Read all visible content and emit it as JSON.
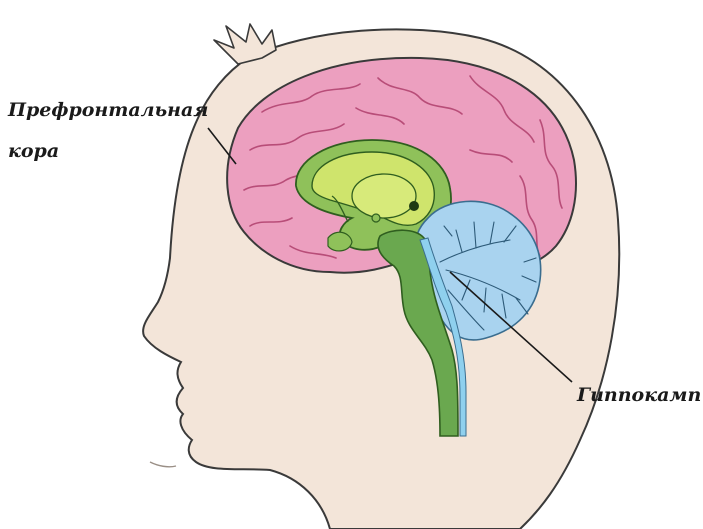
{
  "labels": {
    "prefrontal_line1": "Префронтальная",
    "prefrontal_line2": "кора",
    "hippocampus": "Гиппокамп"
  },
  "colors": {
    "skin": "#f3e5d9",
    "outline": "#3a3a3a",
    "cortex": "#ec9fbf",
    "cortex_fold": "#c2567f",
    "limbic_outer": "#8fc15a",
    "limbic_inner": "#cfe46c",
    "brainstem": "#6aa84f",
    "cerebellum": "#a9d3ef",
    "spinal_channel": "#8fd0ee"
  }
}
